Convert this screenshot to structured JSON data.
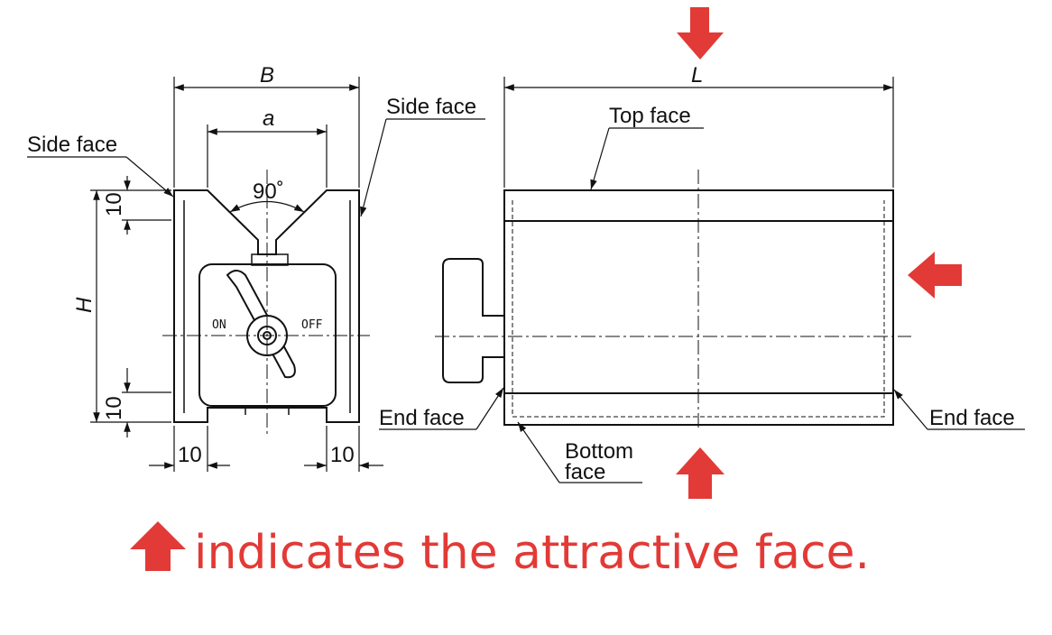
{
  "dimensions": {
    "B": "B",
    "a": "a",
    "angle": "90˚",
    "H": "H",
    "L": "L",
    "top_ten": "10",
    "bottom_ten": "10",
    "left_ten": "10",
    "right_ten": "10"
  },
  "labels": {
    "side_face_left": "Side face",
    "side_face_right": "Side face",
    "top_face": "Top face",
    "end_face_left": "End face",
    "end_face_right": "End face",
    "bottom_face_line1": "Bottom",
    "bottom_face_line2": "face",
    "switch_on": "ON",
    "switch_off": "OFF"
  },
  "legend": {
    "text": "indicates the attractive face."
  },
  "colors": {
    "arrow": "#e23a36",
    "line": "#111111"
  }
}
